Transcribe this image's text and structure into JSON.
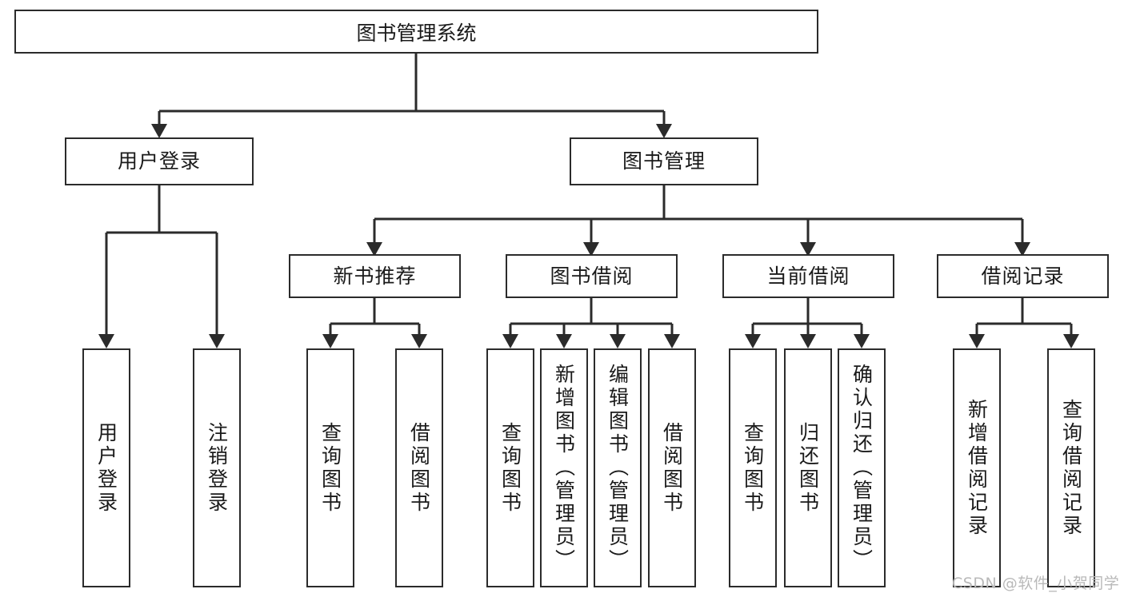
{
  "diagram": {
    "title": "图书管理系统",
    "type": "tree-hierarchy",
    "style": {
      "box_border_color": "#2b2b2b",
      "box_fill_color": "#ffffff",
      "line_color": "#2b2b2b",
      "text_color": "#1a1a1a",
      "background": "#ffffff"
    },
    "root": {
      "label": "图书管理系统"
    },
    "level2": [
      {
        "id": "user-login",
        "label": "用户登录"
      },
      {
        "id": "book-management",
        "label": "图书管理"
      }
    ],
    "level3": [
      {
        "id": "new-book-recommend",
        "label": "新书推荐",
        "parent": "book-management"
      },
      {
        "id": "book-borrow",
        "label": "图书借阅",
        "parent": "book-management"
      },
      {
        "id": "current-borrow",
        "label": "当前借阅",
        "parent": "book-management"
      },
      {
        "id": "borrow-record",
        "label": "借阅记录",
        "parent": "book-management"
      }
    ],
    "leaves": {
      "user-login": [
        {
          "id": "leaf-user-login",
          "label": "用户登录"
        },
        {
          "id": "leaf-logout",
          "label": "注销登录"
        }
      ],
      "new-book-recommend": [
        {
          "id": "leaf-query-book-1",
          "label": "查询图书"
        },
        {
          "id": "leaf-borrow-book-1",
          "label": "借阅图书"
        }
      ],
      "book-borrow": [
        {
          "id": "leaf-query-book-2",
          "label": "查询图书"
        },
        {
          "id": "leaf-add-book",
          "label": "新增图书（管理员）"
        },
        {
          "id": "leaf-edit-book",
          "label": "编辑图书（管理员）"
        },
        {
          "id": "leaf-borrow-book-2",
          "label": "借阅图书"
        }
      ],
      "current-borrow": [
        {
          "id": "leaf-query-book-3",
          "label": "查询图书"
        },
        {
          "id": "leaf-return-book",
          "label": "归还图书"
        },
        {
          "id": "leaf-confirm-return",
          "label": "确认归还（管理员）"
        }
      ],
      "borrow-record": [
        {
          "id": "leaf-add-record",
          "label": "新增借阅记录"
        },
        {
          "id": "leaf-query-record",
          "label": "查询借阅记录"
        }
      ]
    }
  },
  "watermark": {
    "text": "CSDN @软件_小贺同学"
  }
}
